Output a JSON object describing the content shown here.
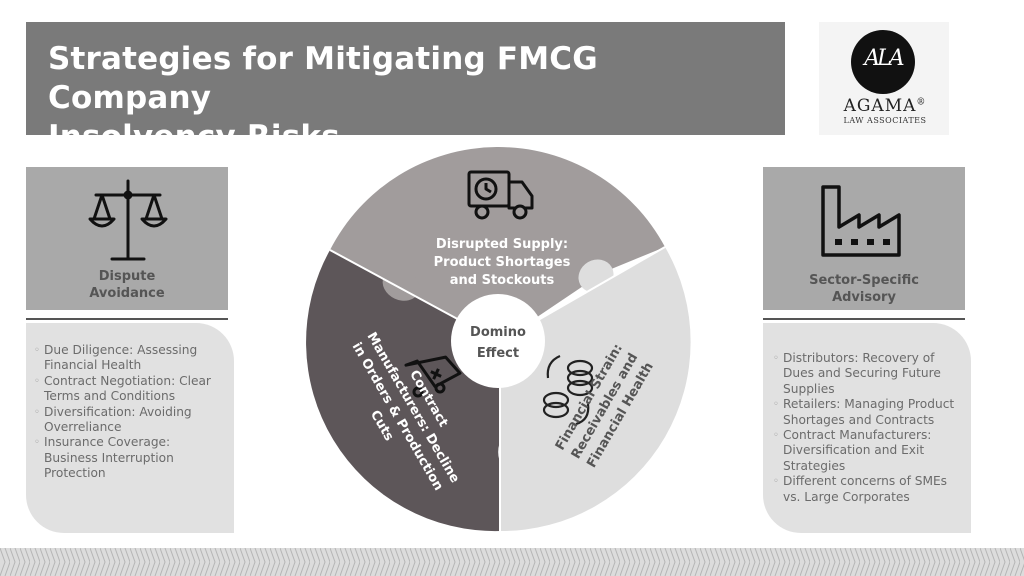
{
  "header": {
    "title_line1": "Strategies for Mitigating FMCG Company",
    "title_line2": "Insolvency Risks"
  },
  "logo": {
    "monogram": "ALA",
    "name": "AGAMA",
    "registered": "®",
    "subtitle": "LAW ASSOCIATES"
  },
  "left_panel": {
    "icon": "scales-of-justice-icon",
    "title_line1": "Dispute",
    "title_line2": "Avoidance",
    "items": [
      "Due Diligence: Assessing Financial Health",
      "Contract Negotiation: Clear Terms and Conditions",
      "Diversification: Avoiding Overreliance",
      "Insurance Coverage: Business Interruption Protection"
    ]
  },
  "right_panel": {
    "icon": "factory-icon",
    "title_line1": "Sector-Specific",
    "title_line2": "Advisory",
    "items": [
      "Distributors: Recovery of Dues and Securing Future Supplies",
      "Retailers: Managing Product Shortages and Contracts",
      "Contract Manufacturers: Diversification and Exit Strategies",
      "Different concerns of SMEs vs. Large Corporates"
    ]
  },
  "wheel": {
    "center_line1": "Domino",
    "center_line2": "Effect",
    "segments": [
      {
        "icon": "delivery-truck-clock-icon",
        "lines": [
          "Disrupted Supply:",
          "Product Shortages",
          "and Stockouts"
        ]
      },
      {
        "icon": "coins-cycle-icon",
        "lines": [
          "Financial Strain:",
          "Receivables and",
          "Financial Health"
        ]
      },
      {
        "icon": "shopping-cart-cancel-icon",
        "lines": [
          "Contract",
          "Manufacturers: Decline",
          "in Orders & Production",
          "Cuts"
        ]
      }
    ]
  },
  "colors": {
    "title_bg": "#7a7a7a",
    "side_head_bg": "#a9a9a9",
    "card_bg": "#e1e1e1",
    "segment_top": "#a19c9c",
    "segment_right": "#dedede",
    "segment_left": "#5d5659"
  }
}
